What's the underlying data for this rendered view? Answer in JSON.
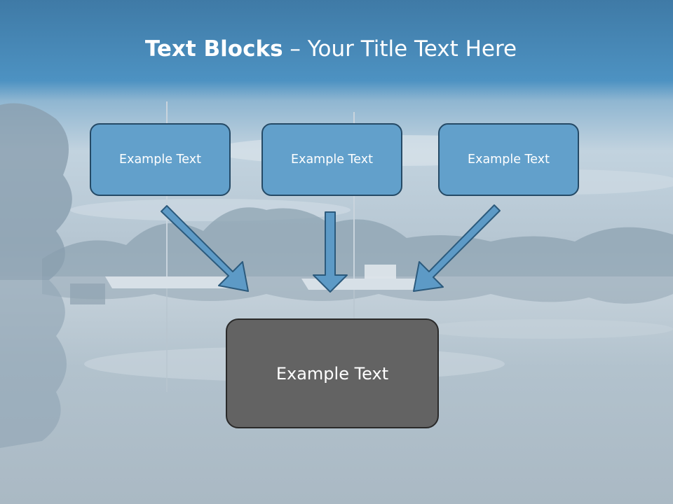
{
  "slide": {
    "title_bold": "Text Blocks",
    "title_rest": " – Your Title Text Here"
  },
  "blocks": [
    {
      "label": "Example Text"
    },
    {
      "label": "Example Text"
    },
    {
      "label": "Example Text"
    }
  ],
  "main_block": {
    "label": "Example Text"
  },
  "colors": {
    "header_blue": "#4a8fbe",
    "block_fill": "#62a0cb",
    "block_border": "#254a66",
    "main_fill": "#636363",
    "arrow_fill": "#5d9ac6"
  }
}
